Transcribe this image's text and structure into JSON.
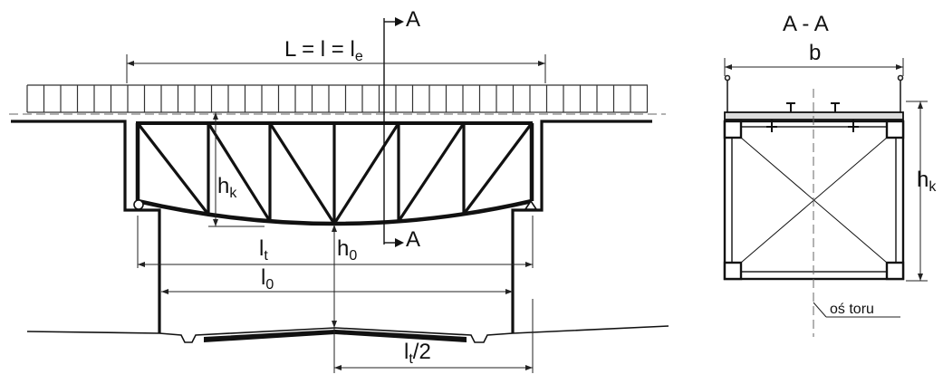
{
  "labels": {
    "section_top": "A",
    "section_bottom": "A",
    "span": "L = l = l",
    "span_sub": "e",
    "truss_height": "h",
    "truss_height_sub": "k",
    "center_height": "h",
    "center_height_sub": "0",
    "theoretical_span": "l",
    "theoretical_span_sub": "t",
    "clear_span": "l",
    "clear_span_sub": "0",
    "half_span": "l",
    "half_span_sub": "t",
    "half_span_suffix": "/2",
    "section_title": "A - A",
    "section_width": "b",
    "section_height": "h",
    "section_height_sub": "k",
    "track_axis": "oś toru"
  }
}
